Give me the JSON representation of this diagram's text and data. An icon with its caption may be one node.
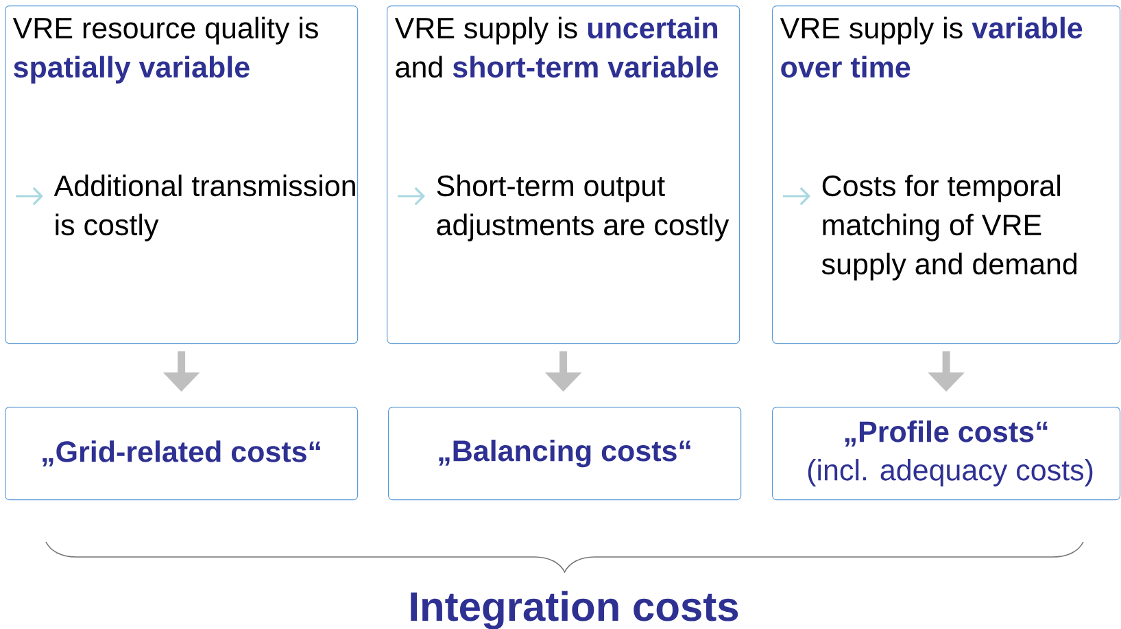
{
  "diagram": {
    "title": "Integration costs",
    "nodes": [
      {
        "text": [
          "VRE resource quality is **spatially variable**",
          "Additional transmission is costly"
        ]
      },
      {
        "text": [
          "VRE supply is **uncertain** and **short-term variable**",
          "Short-term output adjustments are costly"
        ]
      },
      {
        "text": [
          "VRE supply is **variable over time**",
          "Costs for temporal matching of VRE supply and demand"
        ]
      },
      {
        "text": [
          "„Grid-related costs“"
        ]
      },
      {
        "text": [
          "„Balancing costs“"
        ]
      },
      {
        "text": [
          "„Profile costs“",
          "(incl. adequacy costs)"
        ]
      }
    ],
    "edges": [
      {
        "from": 0,
        "to": 3,
        "arrow": "to"
      },
      {
        "from": 1,
        "to": 4,
        "arrow": "to"
      },
      {
        "from": 2,
        "to": 5,
        "arrow": "to"
      }
    ]
  }
}
